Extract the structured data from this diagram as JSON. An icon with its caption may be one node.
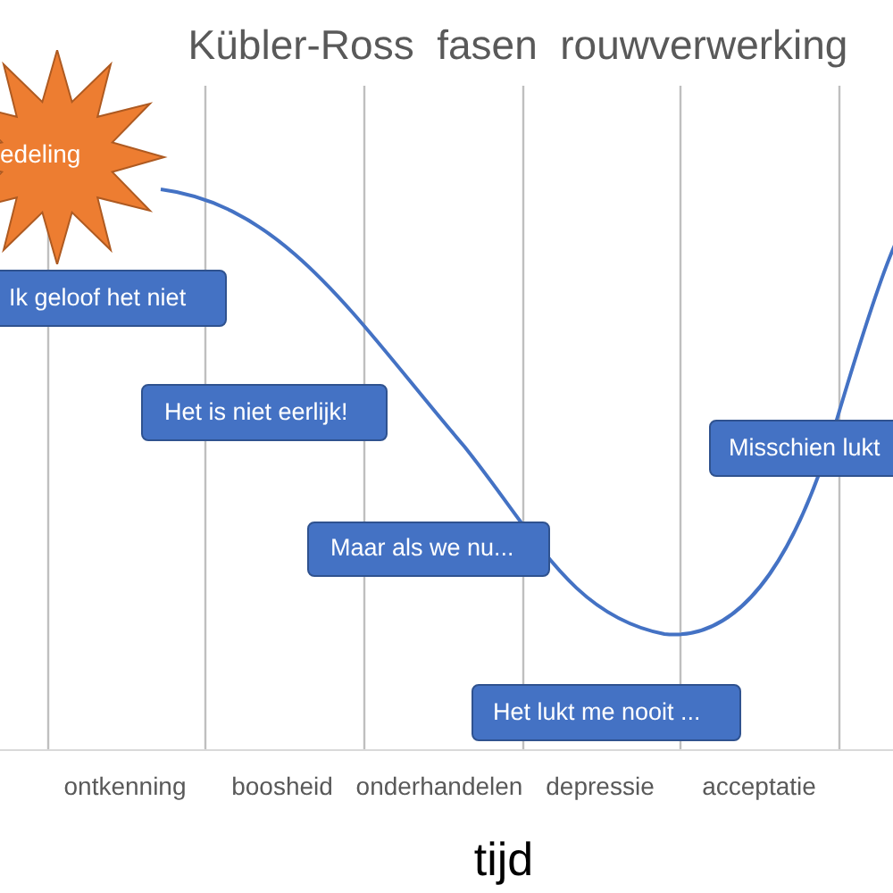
{
  "diagram": {
    "title": "Kübler-Ross  fasen  rouwverwerking",
    "nodes": [
      {
        "text": [
          "edeling"
        ]
      },
      {
        "text": [
          "Ik geloof het niet"
        ]
      },
      {
        "text": [
          "Het is niet eerlijk!"
        ]
      },
      {
        "text": [
          "Maar als we nu..."
        ]
      },
      {
        "text": [
          "Het lukt me nooit ..."
        ]
      },
      {
        "text": [
          "Misschien lukt"
        ]
      }
    ],
    "labels": [
      "ontkenning",
      "boosheid",
      "onderhandelen",
      "depressie",
      "acceptatie",
      "tijd"
    ]
  }
}
